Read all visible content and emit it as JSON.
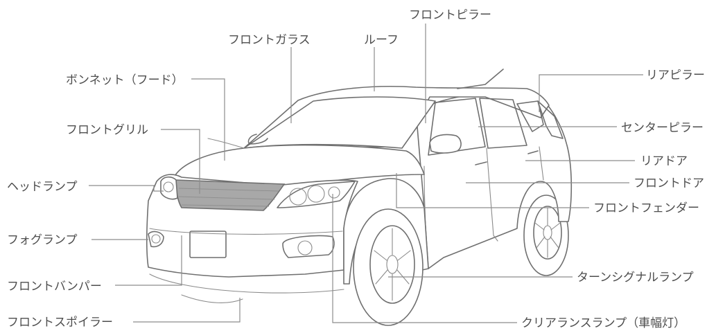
{
  "labels": {
    "front_pillar": "フロントピラー",
    "windshield": "フロントガラス",
    "roof": "ルーフ",
    "bonnet": "ボンネット（フード）",
    "rear_pillar": "リアピラー",
    "center_pillar": "センターピラー",
    "front_grille": "フロントグリル",
    "rear_door": "リアドア",
    "headlamp": "ヘッドランプ",
    "front_door": "フロントドア",
    "front_fender": "フロントフェンダー",
    "fog_lamp": "フォグランプ",
    "turn_signal": "ターンシグナルランプ",
    "front_bumper": "フロントバンパー",
    "front_spoiler": "フロントスポイラー",
    "clearance_lamp": "クリアランスランプ（車幅灯）"
  },
  "colors": {
    "outline": "#6f6f6f",
    "leader": "#8c8c8c",
    "text": "#4d4d4d",
    "grille_fill": "#a8a8a8"
  }
}
